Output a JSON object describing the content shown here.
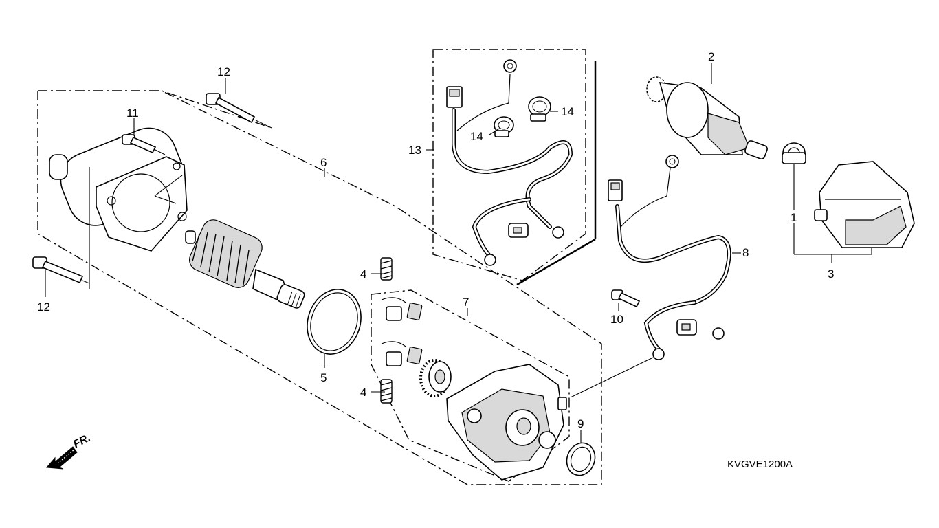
{
  "callouts": {
    "c1": "1",
    "c2": "2",
    "c3": "3",
    "c4a": "4",
    "c4b": "4",
    "c5": "5",
    "c6": "6",
    "c7": "7",
    "c8": "8",
    "c9": "9",
    "c10": "10",
    "c11": "11",
    "c12a": "12",
    "c12b": "12",
    "c13": "13",
    "c14a": "14",
    "c14b": "14"
  },
  "diagram_code": "KVGVE1200A",
  "direction_label": "FR."
}
